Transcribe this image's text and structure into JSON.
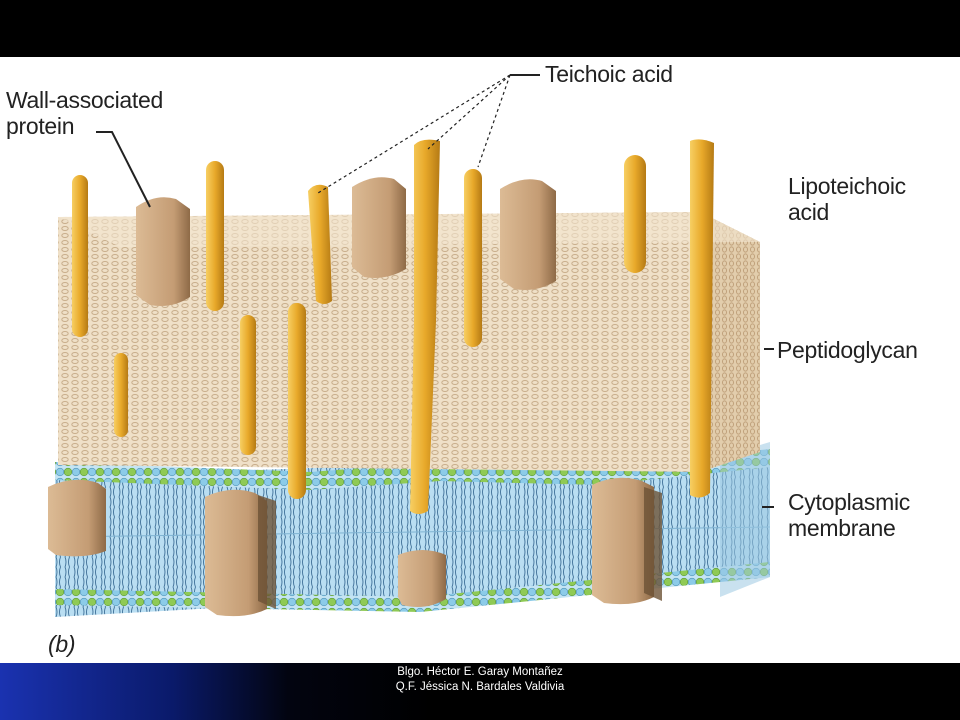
{
  "figure": {
    "panel_letter": "(b)",
    "labels": {
      "wall_associated_protein": "Wall-associated\nprotein",
      "teichoic_acid": "Teichoic acid",
      "lipoteichoic_acid": "Lipoteichoic\nacid",
      "peptidoglycan": "Peptidoglycan",
      "cytoplasmic_membrane": "Cytoplasmic\nmembrane"
    }
  },
  "colors": {
    "peptidoglycan": "#ecdcc2",
    "strand": "#e8a92a",
    "protein": "#c9a581",
    "membrane_blue": "#a9d7ee",
    "lipid_head_green": "#8fca55",
    "lipid_head_blue": "#8ccbe8"
  },
  "footer": {
    "author_line_1": "Blgo. Héctor E. Garay Montañez",
    "author_line_2": "Q.F. Jéssica N. Bardales Valdivia"
  }
}
